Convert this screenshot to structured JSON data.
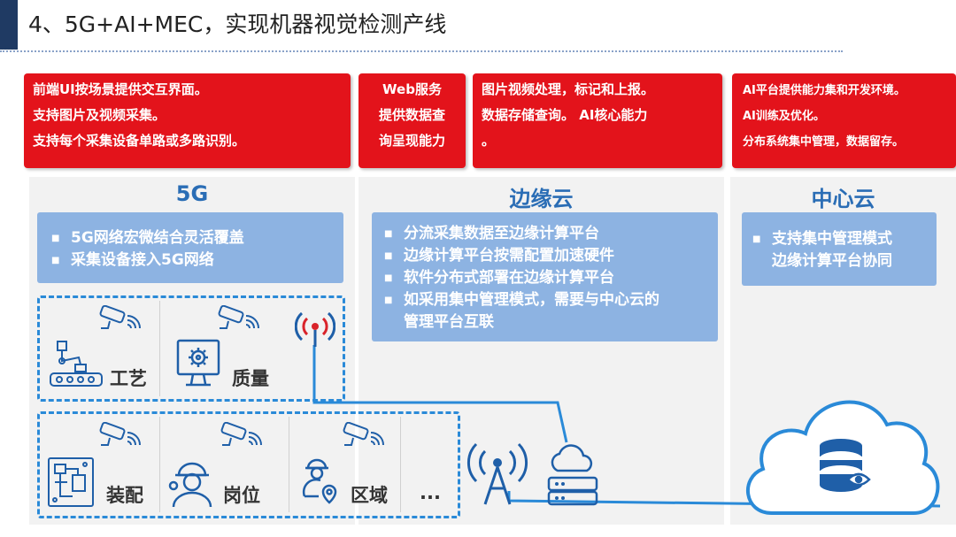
{
  "title": "4、5G+AI+MEC，实现机器视觉检测产线",
  "red_boxes": {
    "front": [
      "前端UI按场景提供交互界面。",
      "支持图片及视频采集。",
      "支持每个采集设备单路或多路识别。"
    ],
    "web": [
      "Web服务",
      "提供数据查",
      "询呈现能力"
    ],
    "edge": [
      "图片视频处理，标记和上报。",
      "数据存储查询。 AI核心能力",
      "。"
    ],
    "center": [
      "AI平台提供能力集和开发环境。",
      "AI训练及优化。",
      "分布系统集中管理，数据留存。"
    ]
  },
  "panels": {
    "g5": {
      "title": "5G",
      "bullets": [
        "5G网络宏微结合灵活覆盖",
        "采集设备接入5G网络"
      ]
    },
    "edge": {
      "title": "边缘云",
      "bullets": [
        [
          "分流采集数据至边缘计算平台"
        ],
        [
          "边缘计算平台按需配置加速硬件"
        ],
        [
          "软件分布式部署在边缘计算平台"
        ],
        [
          "如采用集中管理模式，需要与中心云的",
          "管理平台互联"
        ]
      ]
    },
    "center": {
      "title": "中心云",
      "bullets": [
        [
          "支持集中管理模式",
          "边缘计算平台协同"
        ]
      ]
    }
  },
  "cells": {
    "craft": "工艺",
    "quality": "质量",
    "assembly": "装配",
    "post": "岗位",
    "area": "区域",
    "more": "..."
  },
  "colors": {
    "red": "#e3131b",
    "blue_box": "#8db3e2",
    "title_blue": "#2a6db5",
    "dash": "#2a8ad8",
    "icon": "#1f5fa8"
  }
}
